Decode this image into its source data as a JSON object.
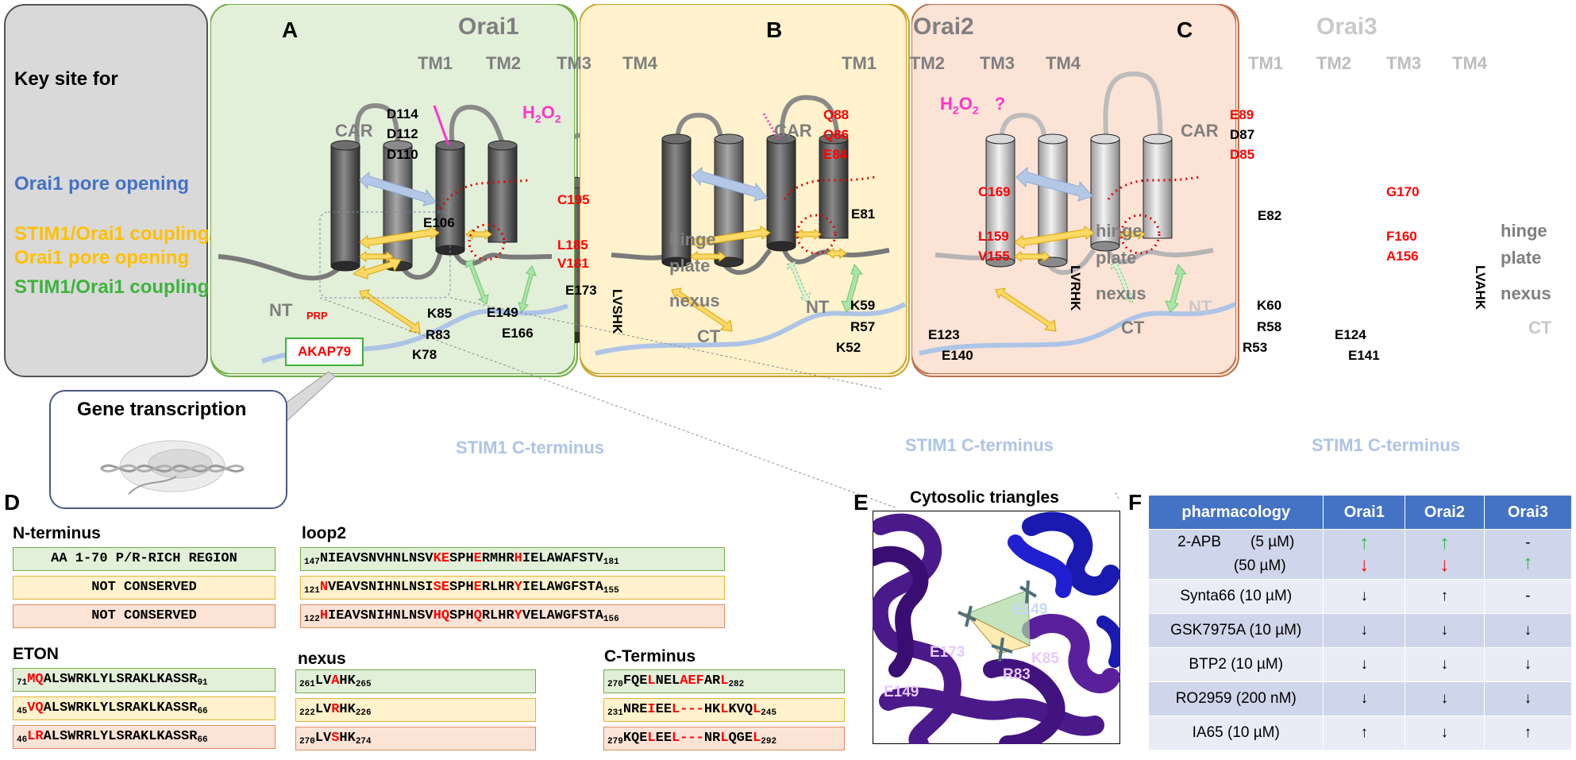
{
  "key_panel": {
    "title": "Key site for",
    "items": [
      {
        "text": "Orai1 pore opening",
        "color": "#4472c4"
      },
      {
        "text": "STIM1/Orai1 coupling/",
        "color": "#ffc000"
      },
      {
        "text": "Orai1 pore opening",
        "color": "#ffc000"
      },
      {
        "text": "STIM1/Orai1 coupling",
        "color": "#3cb43c"
      }
    ],
    "gene_transcription": "Gene transcription"
  },
  "panel_a": {
    "label": "A",
    "title": "Orai1",
    "tm": [
      "TM1",
      "TM2",
      "TM3",
      "TM4"
    ],
    "car": "CAR",
    "car_residues": [
      "D114",
      "D112",
      "D110"
    ],
    "h2o2": "H",
    "h2o2_sub": "2",
    "h2o2_o": "O",
    "h2o2_sub2": "2",
    "residues": {
      "e106": "E106",
      "c195": "C195",
      "l185": "L185",
      "v181": "V181",
      "e173": "E173",
      "k85": "K85",
      "e149": "E149",
      "r83": "R83",
      "e166": "E166",
      "k78": "K78",
      "lvshk": "LVSHK"
    },
    "hinge": "hinge",
    "plate": "plate",
    "nexus": "nexus",
    "nt": "NT",
    "prp": "PRP",
    "ct": "CT",
    "akap": "AKAP79",
    "stim": "STIM1 C-terminus"
  },
  "panel_b": {
    "label": "B",
    "title": "Orai2",
    "tm": [
      "TM1",
      "TM2",
      "TM3",
      "TM4"
    ],
    "car": "CAR",
    "car_residues": [
      "Q88",
      "Q86",
      "E84"
    ],
    "h2o2_q": "?",
    "residues": {
      "e81": "E81",
      "c169": "C169",
      "l159": "L159",
      "v155": "V155",
      "k59": "K59",
      "r57": "R57",
      "e123": "E123",
      "k52": "K52",
      "e140": "E140",
      "lvrhk": "LVRHK"
    },
    "hinge": "hinge",
    "plate": "plate",
    "nexus": "nexus",
    "nt": "NT",
    "ct": "CT",
    "stim": "STIM1 C-terminus"
  },
  "panel_c": {
    "label": "C",
    "title": "Orai3",
    "tm": [
      "TM1",
      "TM2",
      "TM3",
      "TM4"
    ],
    "car": "CAR",
    "car_residues": [
      "E89",
      "D87",
      "D85"
    ],
    "residues": {
      "e82": "E82",
      "g170": "G170",
      "f160": "F160",
      "a156": "A156",
      "k60": "K60",
      "r58": "R58",
      "e124": "E124",
      "r53": "R53",
      "e141": "E141",
      "lvahk": "LVAHK"
    },
    "hinge": "hinge",
    "plate": "plate",
    "nexus": "nexus",
    "nt": "NT",
    "ct": "CT",
    "stim": "STIM1 C-terminus"
  },
  "panel_d": {
    "label": "D",
    "n_terminus": {
      "title": "N-terminus",
      "rows": [
        "AA 1-70 P/R-RICH REGION",
        "NOT CONSERVED",
        "NOT CONSERVED"
      ]
    },
    "loop2": {
      "title": "loop2"
    },
    "eton": {
      "title": "ETON"
    },
    "nexus": {
      "title": "nexus"
    },
    "c_terminus": {
      "title": "C-Terminus"
    }
  },
  "panel_e": {
    "label": "E",
    "title": "Cytosolic triangles",
    "labels": {
      "e149a": "E149",
      "e173": "E173",
      "e149b": "E149",
      "k85": "K85",
      "r83": "R83"
    }
  },
  "panel_f": {
    "label": "F",
    "headers": [
      "pharmacology",
      "Orai1",
      "Orai2",
      "Orai3"
    ],
    "rows": [
      {
        "compound": "2-APB       (5 µM)",
        "o1": "↑",
        "o2": "↑",
        "o3": "-"
      },
      {
        "compound": "(50 µM)",
        "o1": "↓",
        "o2": "↓",
        "o3": "↑"
      },
      {
        "compound": "Synta66 (10 µM)",
        "o1": "↓",
        "o2": "↑",
        "o3": "-"
      },
      {
        "compound": "GSK7975A (10 µM)",
        "o1": "↓",
        "o2": "↓",
        "o3": "↓"
      },
      {
        "compound": "BTP2 (10 µM)",
        "o1": "↓",
        "o2": "↓",
        "o3": "↓"
      },
      {
        "compound": "RO2959 (200 nM)",
        "o1": "↓",
        "o2": "↓",
        "o3": "↓"
      },
      {
        "compound": "IA65 (10 µM)",
        "o1": "↑",
        "o2": "↓",
        "o3": "↑"
      }
    ]
  },
  "colors": {
    "blue": "#4472c4",
    "yellow": "#ffc000",
    "green": "#3cb43c",
    "red": "#ff0000",
    "magenta": "#ff33cc"
  }
}
